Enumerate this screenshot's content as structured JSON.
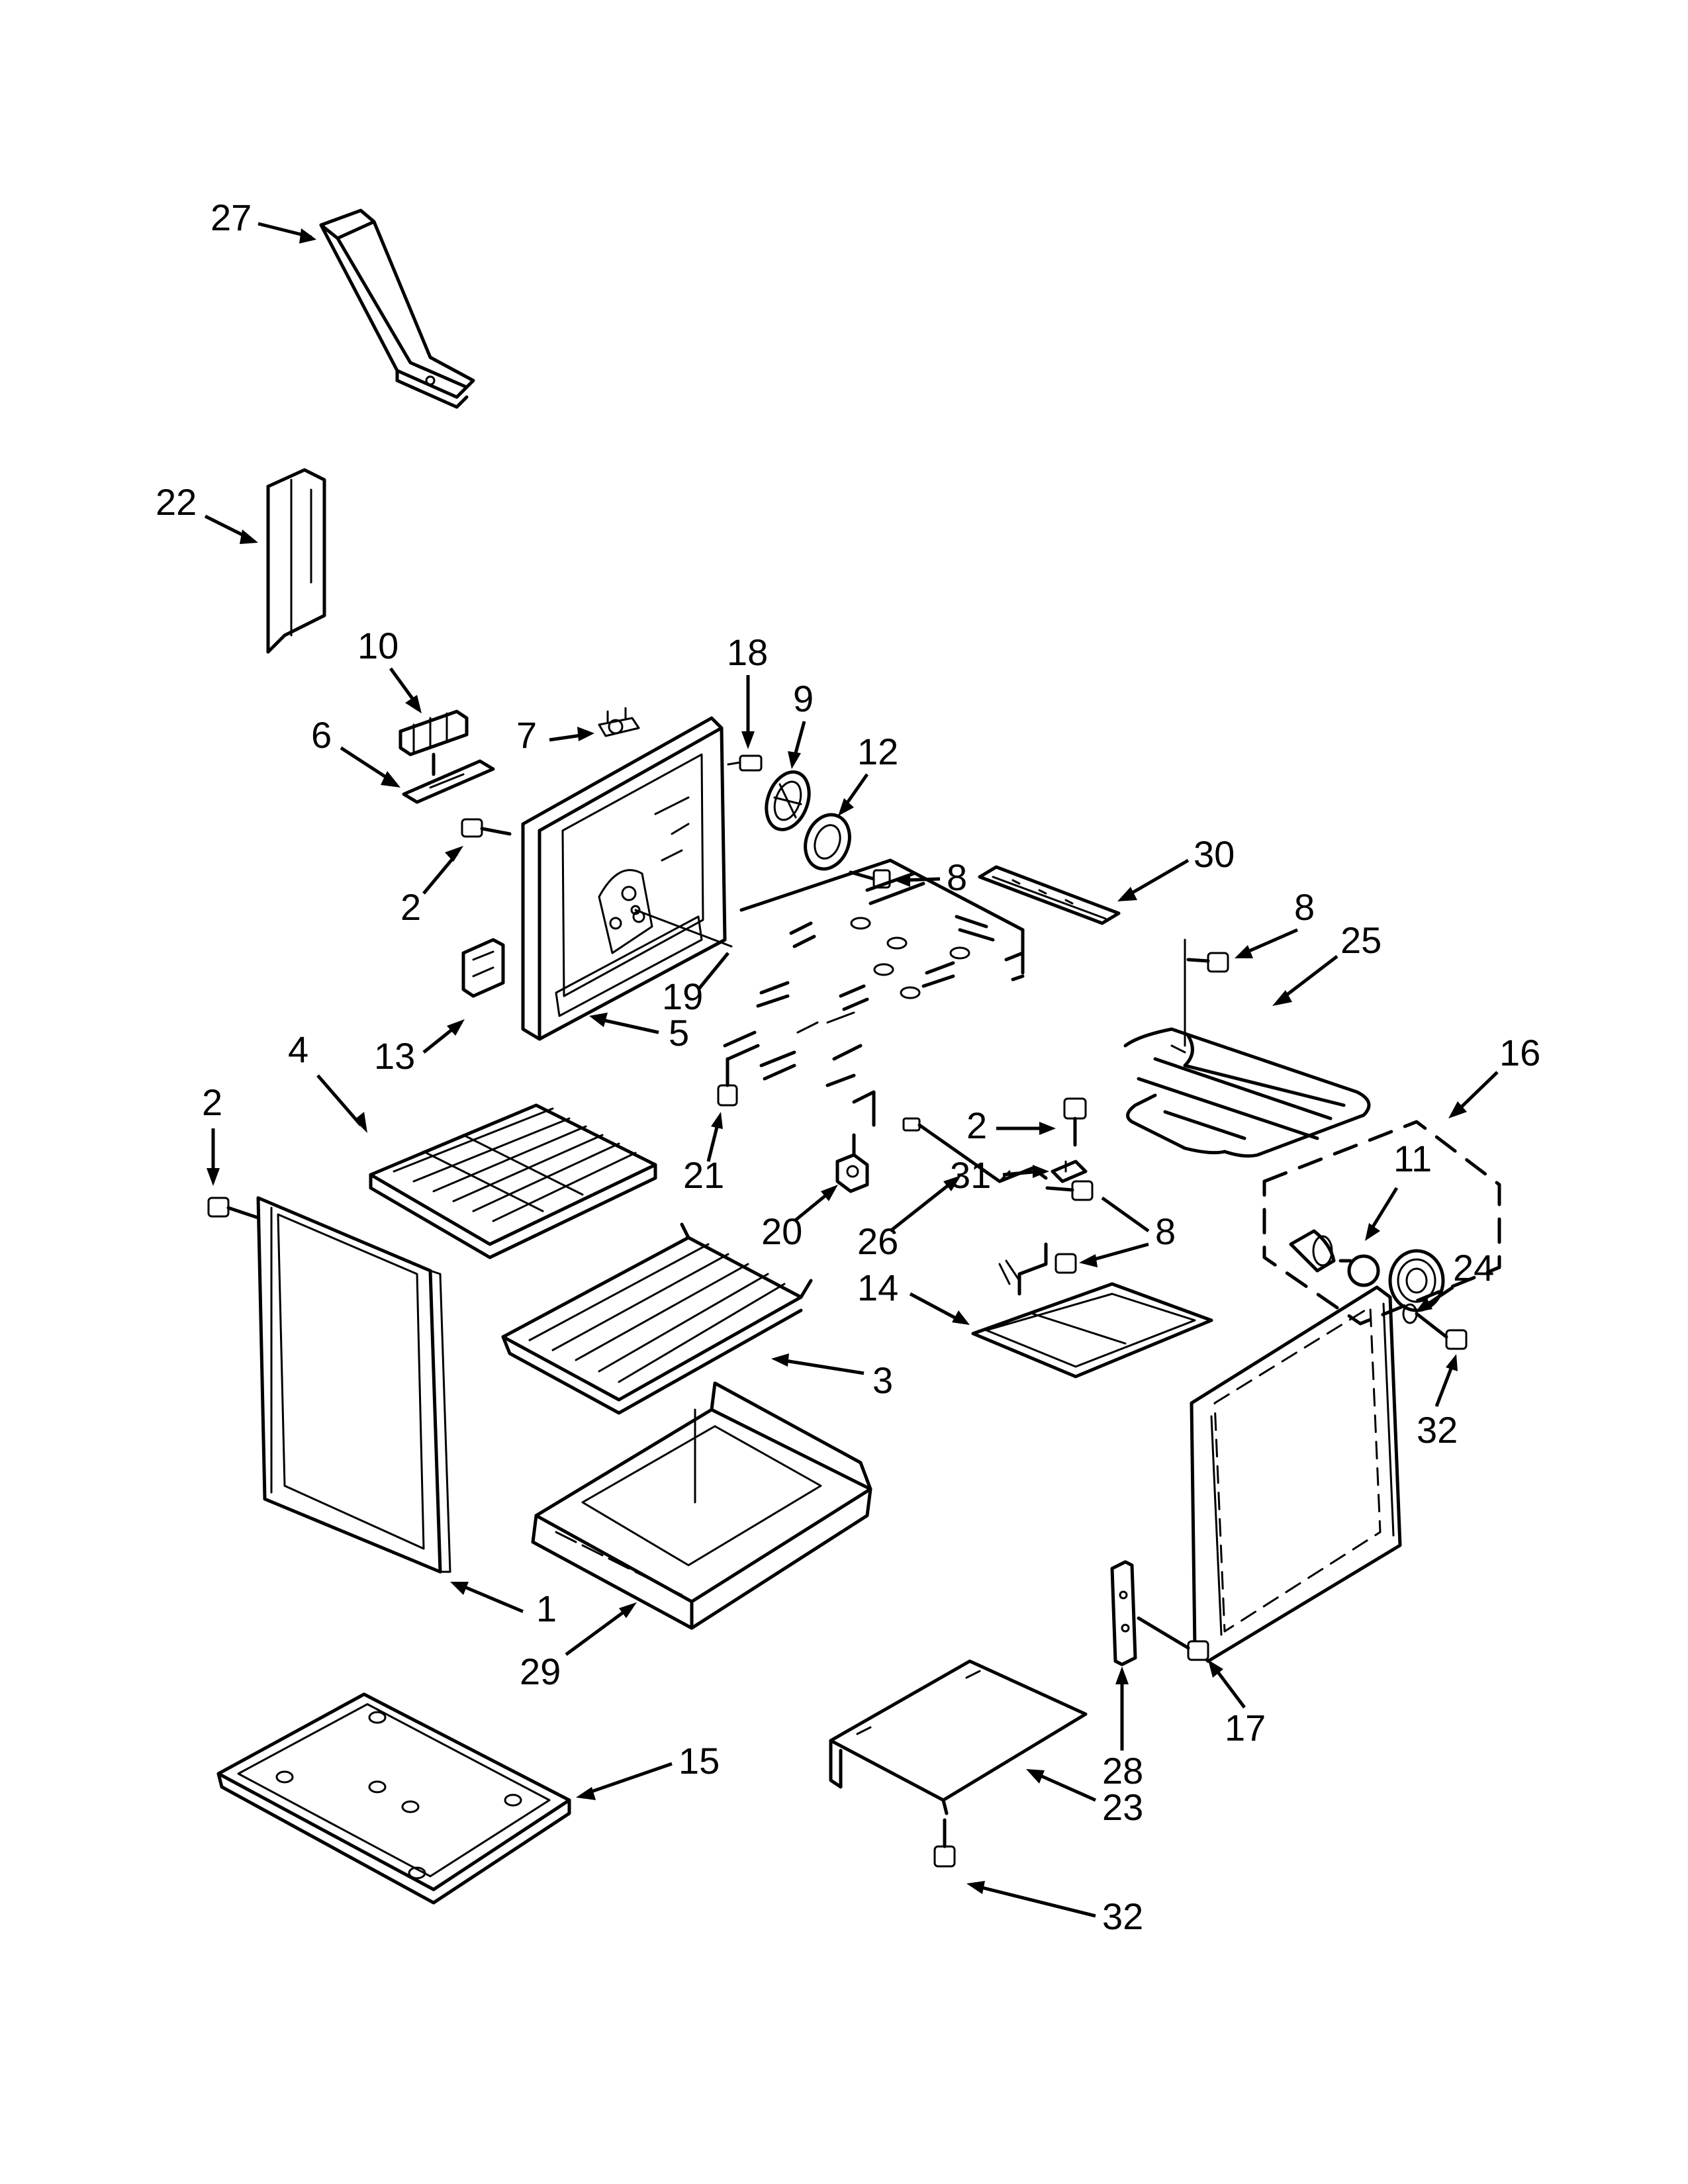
{
  "colors": {
    "ink": "#000000",
    "paper": "#ffffff"
  },
  "callouts": [
    {
      "id": "c27",
      "label": "27"
    },
    {
      "id": "c22",
      "label": "22"
    },
    {
      "id": "c10",
      "label": "10"
    },
    {
      "id": "c6",
      "label": "6"
    },
    {
      "id": "c7",
      "label": "7"
    },
    {
      "id": "c18",
      "label": "18"
    },
    {
      "id": "c9",
      "label": "9"
    },
    {
      "id": "c12",
      "label": "12"
    },
    {
      "id": "c2a",
      "label": "2"
    },
    {
      "id": "c8a",
      "label": "8"
    },
    {
      "id": "c30",
      "label": "30"
    },
    {
      "id": "c8b",
      "label": "8"
    },
    {
      "id": "c25",
      "label": "25"
    },
    {
      "id": "c16",
      "label": "16"
    },
    {
      "id": "c11",
      "label": "11"
    },
    {
      "id": "c13",
      "label": "13"
    },
    {
      "id": "c19",
      "label": "19"
    },
    {
      "id": "c5",
      "label": "5"
    },
    {
      "id": "c2b",
      "label": "2"
    },
    {
      "id": "c31",
      "label": "31"
    },
    {
      "id": "c2c",
      "label": "2"
    },
    {
      "id": "c4",
      "label": "4"
    },
    {
      "id": "c21",
      "label": "21"
    },
    {
      "id": "c20",
      "label": "20"
    },
    {
      "id": "c26",
      "label": "26"
    },
    {
      "id": "c8c",
      "label": "8"
    },
    {
      "id": "c14",
      "label": "14"
    },
    {
      "id": "c24",
      "label": "24"
    },
    {
      "id": "c3",
      "label": "3"
    },
    {
      "id": "c32a",
      "label": "32"
    },
    {
      "id": "c1",
      "label": "1"
    },
    {
      "id": "c29",
      "label": "29"
    },
    {
      "id": "c17",
      "label": "17"
    },
    {
      "id": "c28",
      "label": "28"
    },
    {
      "id": "c23",
      "label": "23"
    },
    {
      "id": "c15",
      "label": "15"
    },
    {
      "id": "c32b",
      "label": "32"
    }
  ]
}
